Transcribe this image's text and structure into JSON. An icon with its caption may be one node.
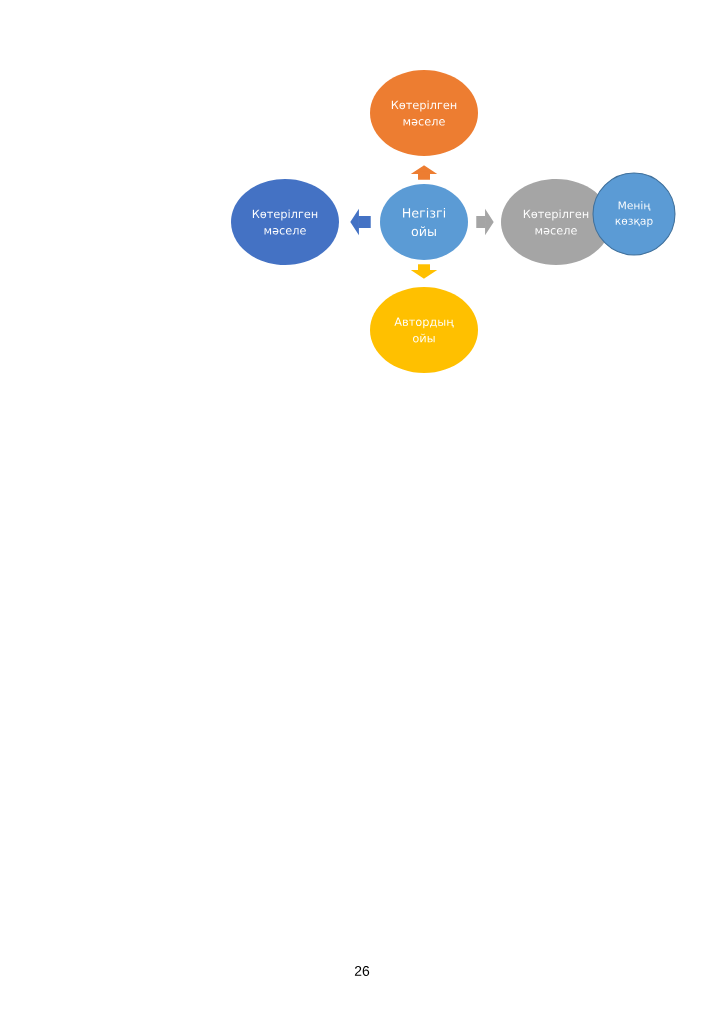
{
  "diagram": {
    "nodes": [
      {
        "text": [
          "Көтерілген мәселе"
        ]
      },
      {
        "text": [
          "Көтерілген мәселе"
        ]
      },
      {
        "text": [
          "Негізгі ойы"
        ]
      },
      {
        "text": [
          "Көтерілген мәселе"
        ]
      },
      {
        "text": [
          "Менің көзқар"
        ]
      },
      {
        "text": [
          "Автордың ойы"
        ]
      }
    ],
    "edges": [
      {
        "from": 2,
        "to": 0,
        "arrow": "to",
        "color": "#ed7d31"
      },
      {
        "from": 2,
        "to": 1,
        "arrow": "to",
        "color": "#4472c4"
      },
      {
        "from": 2,
        "to": 3,
        "arrow": "to",
        "color": "#a5a5a5"
      },
      {
        "from": 2,
        "to": 5,
        "arrow": "to",
        "color": "#ffc000"
      }
    ],
    "labels": [
      "26"
    ]
  }
}
